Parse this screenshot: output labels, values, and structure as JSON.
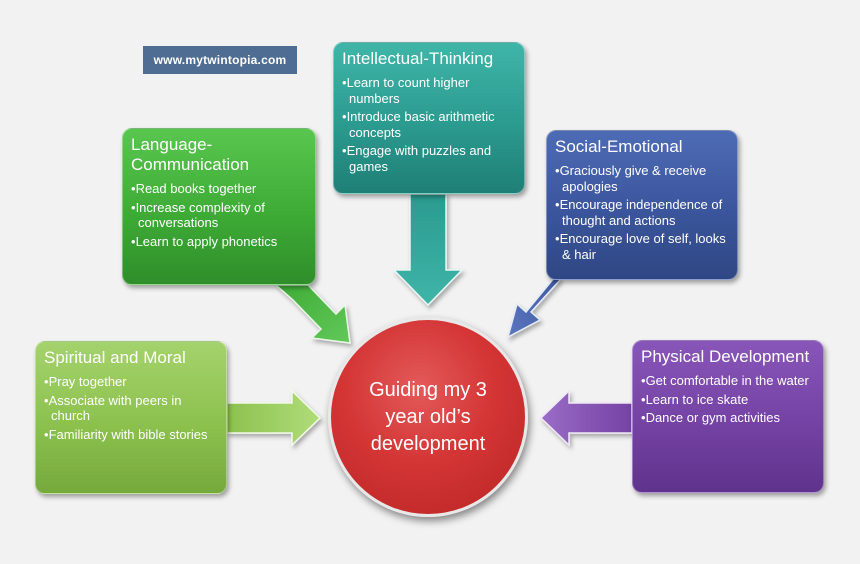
{
  "watermark": "www.mytwintopia.com",
  "center": {
    "label": "Guiding my 3\nyear old’s\ndevelopment"
  },
  "boxes": {
    "intellectual": {
      "title": "Intellectual-Thinking",
      "items": [
        "Learn to count higher numbers",
        "Introduce basic arithmetic concepts",
        "Engage with puzzles and games"
      ]
    },
    "language": {
      "title": "Language-\nCommunication",
      "items": [
        "Read books together",
        "Increase complexity of conversations",
        "Learn to apply phonetics"
      ]
    },
    "social": {
      "title": "Social-Emotional",
      "items": [
        "Graciously give & receive apologies",
        "Encourage independence of thought and actions",
        "Encourage love of self, looks & hair"
      ]
    },
    "spiritual": {
      "title": "Spiritual and Moral",
      "items": [
        "Pray together",
        "Associate with peers in church",
        "Familiarity with bible stories"
      ]
    },
    "physical": {
      "title": "Physical Development",
      "items": [
        "Get comfortable in the water",
        "Learn to ice skate",
        "Dance or gym activities"
      ]
    }
  },
  "colors": {
    "intellectual": "#2b9a8f",
    "language": "#3eab36",
    "social": "#3b559c",
    "spiritual": "#8cc14e",
    "physical": "#7442a3",
    "center": "#d43535",
    "watermark_bg": "#4f6d92"
  }
}
